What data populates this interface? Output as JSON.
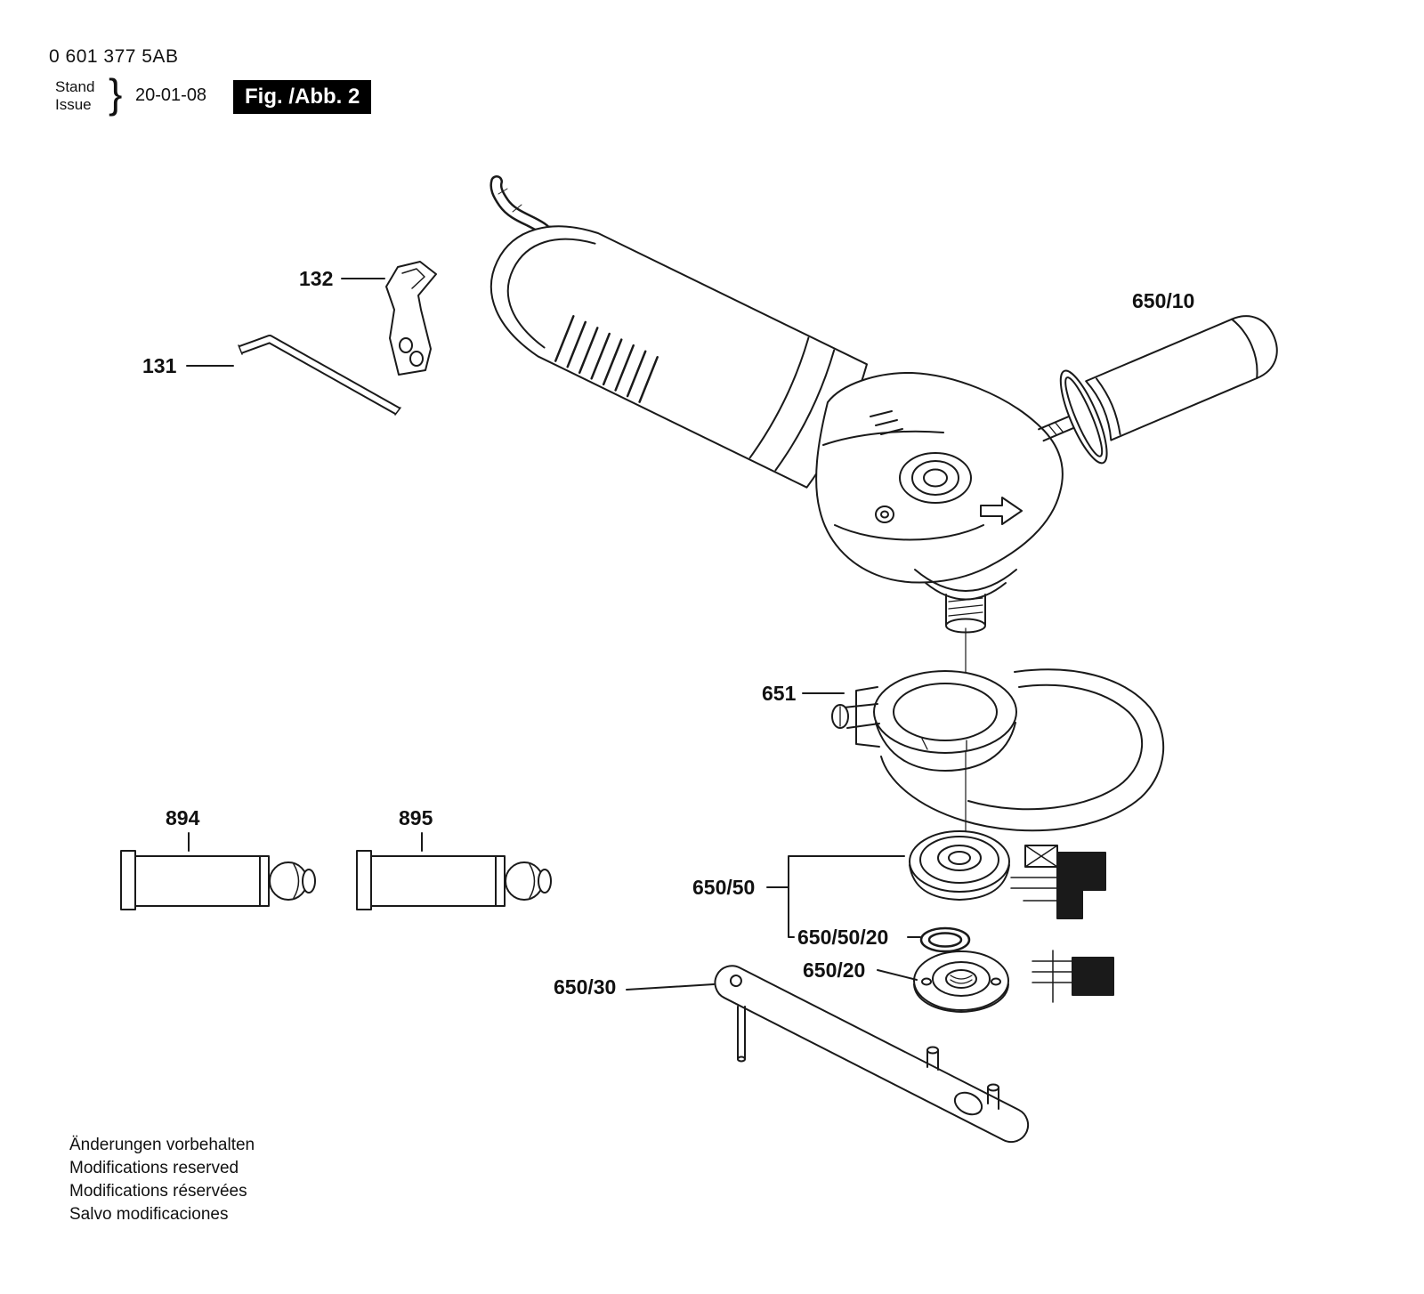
{
  "header": {
    "part_number": "0 601 377 5AB",
    "stand_label": "Stand",
    "issue_label": "Issue",
    "brace": "}",
    "date": "20-01-08",
    "figure_label": "Fig. /Abb. 2"
  },
  "callouts": {
    "c131": "131",
    "c132": "132",
    "c650_10": "650/10",
    "c651": "651",
    "c894": "894",
    "c895": "895",
    "c650_50": "650/50",
    "c650_50_20": "650/50/20",
    "c650_20": "650/20",
    "c650_30": "650/30"
  },
  "footer": {
    "line1": "Änderungen vorbehalten",
    "line2": "Modifications reserved",
    "line3": "Modifications réservées",
    "line4": "Salvo modificaciones"
  },
  "colors": {
    "ink": "#1a1a1a",
    "paper": "#ffffff"
  }
}
